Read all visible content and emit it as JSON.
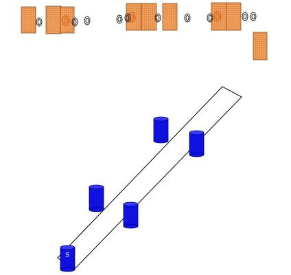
{
  "colors": {
    "background": "#ffffff",
    "block_fill": "#f0a060",
    "block_grid": "#c86414",
    "block_edge": "#8a4a14",
    "block_emblem": "#d8641e",
    "ring_stroke": "#202020",
    "track_stroke": "#000000",
    "cylinder_body": "#1010e0",
    "cylinder_top": "#3a3aff",
    "cylinder_edge": "#00007a"
  },
  "icons": {
    "block": "orange-grid-block",
    "emblem": "swirl-emblem",
    "ring": "coil-ring",
    "cylinder": "blue-cylinder"
  },
  "track": {
    "description_shape": "diagonal-parallelogram-path"
  },
  "cylinders": [
    {
      "id": "start",
      "label": "S"
    },
    {
      "id": "c2",
      "label": ""
    },
    {
      "id": "c3",
      "label": ""
    },
    {
      "id": "c4",
      "label": ""
    },
    {
      "id": "c5",
      "label": ""
    }
  ]
}
